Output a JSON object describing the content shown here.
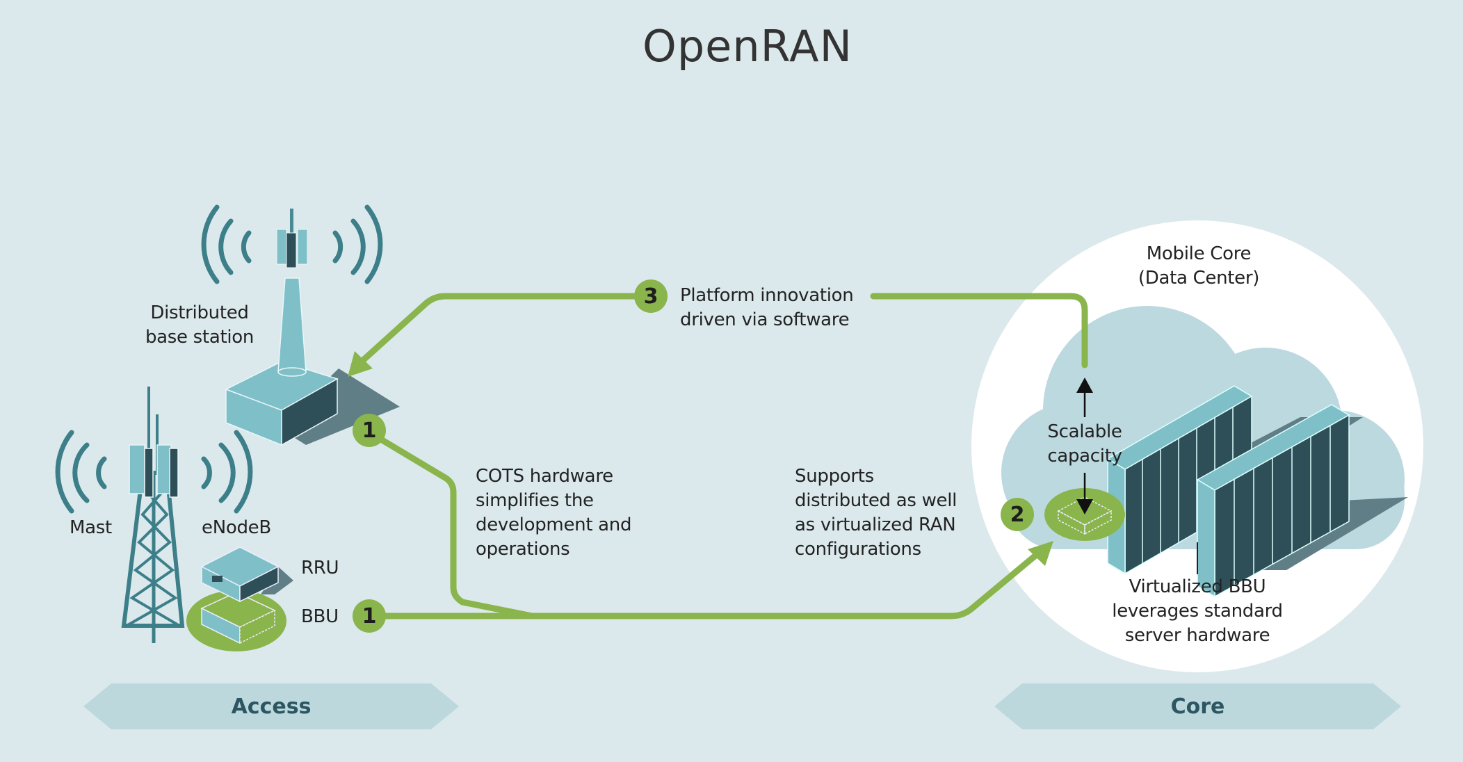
{
  "title": "OpenRAN",
  "colors": {
    "background": "#dbe9ed",
    "accent_green": "#8ab44c",
    "tower_light": "#7fc0c8",
    "tower_dark": "#2e4f57",
    "tower_mid": "#4a8a93",
    "shadow": "#5f7e86",
    "cloud": "#bcd9df",
    "banner": "#bcd8dd",
    "banner_text": "#2c5661"
  },
  "access_side": {
    "distributed_base_station_label": [
      "Distributed",
      "base station"
    ],
    "mast_label": "Mast",
    "enodeb_label": "eNodeB",
    "rru_label": "RRU",
    "bbu_label": "BBU",
    "badge_upper": "1",
    "badge_lower": "1"
  },
  "annotations": {
    "platform_badge": "3",
    "platform_text": [
      "Platform innovation",
      "driven via software"
    ],
    "cots_text": [
      "COTS hardware",
      "simplifies the",
      "development and",
      "operations"
    ],
    "supports_text": [
      "Supports",
      "distributed as well",
      "as virtualized RAN",
      "configurations"
    ]
  },
  "core_side": {
    "mobile_core_label": [
      "Mobile Core",
      "(Data Center)"
    ],
    "scalable_label": [
      "Scalable",
      "capacity"
    ],
    "badge": "2",
    "virtualized_bbu_label": [
      "Virtualized BBU",
      "leverages standard",
      "server hardware"
    ]
  },
  "banners": {
    "access": "Access",
    "core": "Core"
  },
  "icons": {
    "base_station": "cell-tower-icon",
    "mast": "lattice-mast-icon",
    "radio_waves": "radio-waves-icon",
    "rru": "rru-unit-icon",
    "bbu": "bbu-unit-icon",
    "server_rack": "server-rack-icon",
    "cloud": "cloud-icon",
    "vbbu": "virtual-bbu-icon"
  }
}
